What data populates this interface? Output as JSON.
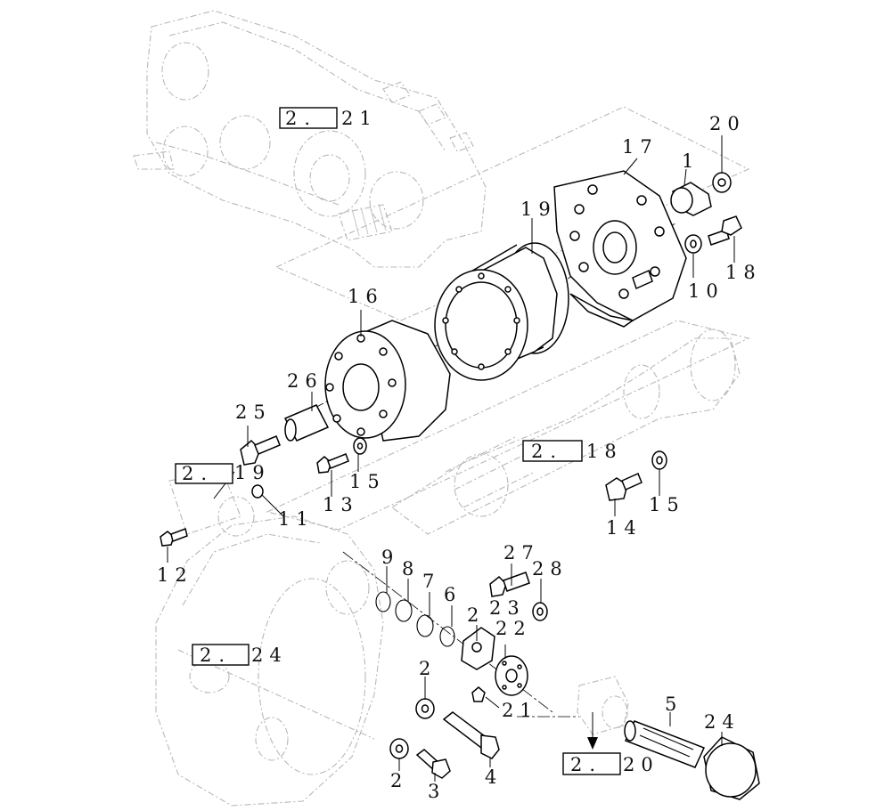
{
  "diagram": {
    "part_labels": [
      "20",
      "17",
      "1",
      "19",
      "18",
      "10",
      "16",
      "26",
      "25",
      "19",
      "15",
      "13",
      "11",
      "12",
      "18",
      "15",
      "14",
      "9",
      "8",
      "7",
      "6",
      "27",
      "28",
      "23",
      "22",
      "2",
      "21",
      "2",
      "2",
      "3",
      "4",
      "5",
      "24",
      "2",
      "20",
      "24"
    ],
    "reference_boxes": [
      {
        "text": "2.",
        "suffix": "21"
      },
      {
        "text": "2.",
        "suffix": "18"
      },
      {
        "text": "2.",
        "suffix": "24"
      },
      {
        "text": "2.",
        "suffix": "20"
      }
    ]
  }
}
